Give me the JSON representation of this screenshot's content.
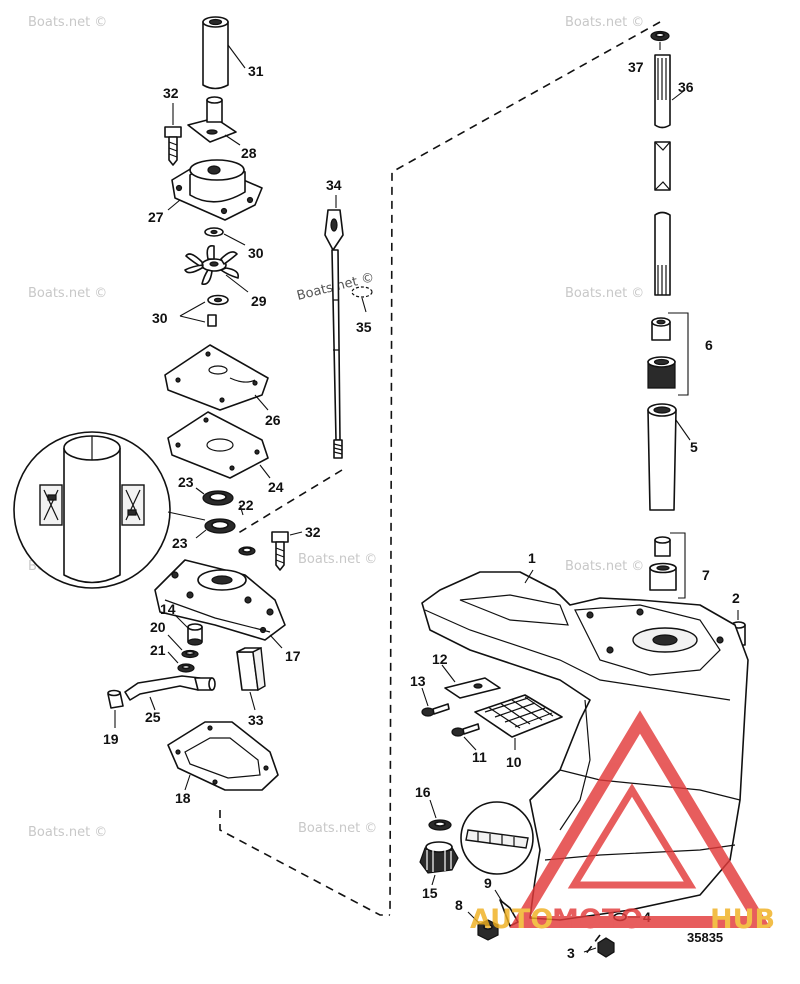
{
  "watermark_text": "Boats.net ©",
  "reference_number": "35835",
  "logo": {
    "word_a": "AUTO",
    "word_b": "MOTO",
    "word_c": "HUB",
    "color_gold": "#f0b020",
    "color_red": "#e23a3a"
  },
  "callouts": {
    "c1": "1",
    "c2": "2",
    "c3": "3",
    "c4": "4",
    "c5": "5",
    "c6": "6",
    "c7": "7",
    "c8": "8",
    "c9": "9",
    "c10": "10",
    "c11": "11",
    "c12": "12",
    "c13": "13",
    "c14": "14",
    "c15": "15",
    "c16": "16",
    "c17": "17",
    "c18": "18",
    "c19": "19",
    "c20": "20",
    "c21": "21",
    "c22": "22",
    "c23a": "23",
    "c23b": "23",
    "c24": "24",
    "c25": "25",
    "c26": "26",
    "c27": "27",
    "c28": "28",
    "c29": "29",
    "c30a": "30",
    "c30b": "30",
    "c31": "31",
    "c32a": "32",
    "c32b": "32",
    "c33": "33",
    "c34": "34",
    "c35": "35",
    "c36": "36",
    "c37": "37"
  }
}
